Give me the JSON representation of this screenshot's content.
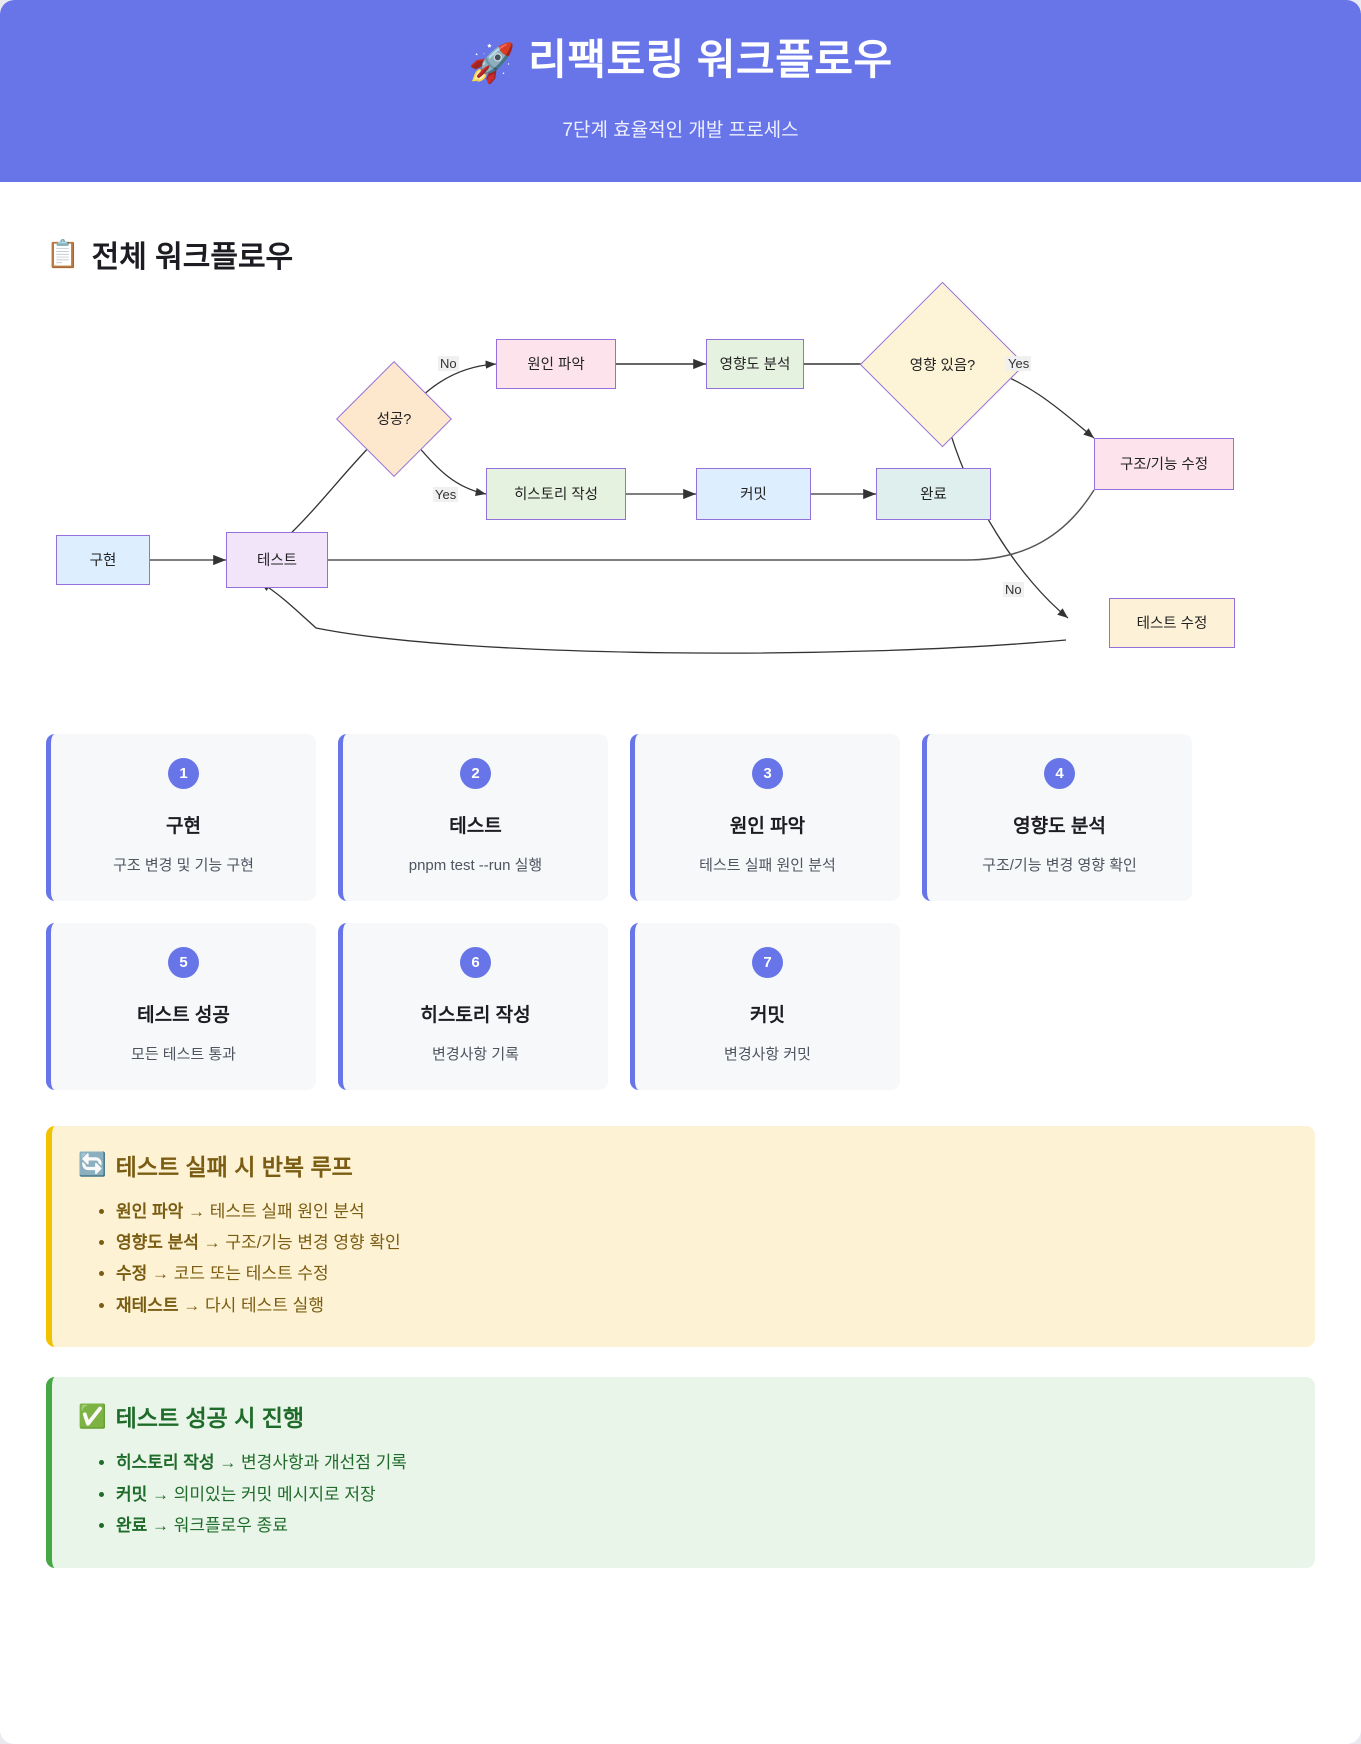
{
  "header": {
    "emoji": "🚀",
    "title": "리팩토링 워크플로우",
    "subtitle": "7단계 효율적인 개발 프로세스"
  },
  "section": {
    "emoji": "📋",
    "title": "전체 워크플로우"
  },
  "flowchart": {
    "nodes": [
      {
        "id": "impl",
        "label": "구현",
        "shape": "rect",
        "fill": "#ddeeff"
      },
      {
        "id": "test",
        "label": "테스트",
        "shape": "rect",
        "fill": "#f3e5f9"
      },
      {
        "id": "success",
        "label": "성공?",
        "shape": "diamond",
        "fill": "#fde8ce"
      },
      {
        "id": "cause",
        "label": "원인 파악",
        "shape": "rect",
        "fill": "#fde4ec"
      },
      {
        "id": "impact",
        "label": "영향도 분석",
        "shape": "rect",
        "fill": "#e6f2e0"
      },
      {
        "id": "hasimp",
        "label": "영향 있음?",
        "shape": "diamond",
        "fill": "#fdf4d8"
      },
      {
        "id": "fixcode",
        "label": "구조/기능 수정",
        "shape": "rect",
        "fill": "#fde4ec"
      },
      {
        "id": "fixtest",
        "label": "테스트 수정",
        "shape": "rect",
        "fill": "#fdf2d8"
      },
      {
        "id": "history",
        "label": "히스토리 작성",
        "shape": "rect",
        "fill": "#e6f2e0"
      },
      {
        "id": "commit",
        "label": "커밋",
        "shape": "rect",
        "fill": "#ddeeff"
      },
      {
        "id": "done",
        "label": "완료",
        "shape": "rect",
        "fill": "#deefee"
      }
    ],
    "edge_labels": {
      "no_success": "No",
      "yes_success": "Yes",
      "yes_impact": "Yes",
      "no_impact": "No"
    }
  },
  "steps": [
    {
      "num": "1",
      "title": "구현",
      "desc": "구조 변경 및 기능 구현"
    },
    {
      "num": "2",
      "title": "테스트",
      "desc": "pnpm test --run 실행"
    },
    {
      "num": "3",
      "title": "원인 파악",
      "desc": "테스트 실패 원인 분석"
    },
    {
      "num": "4",
      "title": "영향도 분석",
      "desc": "구조/기능 변경 영향 확인"
    },
    {
      "num": "5",
      "title": "테스트 성공",
      "desc": "모든 테스트 통과"
    },
    {
      "num": "6",
      "title": "히스토리 작성",
      "desc": "변경사항 기록"
    },
    {
      "num": "7",
      "title": "커밋",
      "desc": "변경사항 커밋"
    }
  ],
  "loop_panel": {
    "emoji": "🔄",
    "title": "테스트 실패 시 반복 루프",
    "items": [
      {
        "term": "원인 파악",
        "arrow": "→",
        "desc": "테스트 실패 원인 분석"
      },
      {
        "term": "영향도 분석",
        "arrow": "→",
        "desc": "구조/기능 변경 영향 확인"
      },
      {
        "term": "수정",
        "arrow": "→",
        "desc": "코드 또는 테스트 수정"
      },
      {
        "term": "재테스트",
        "arrow": "→",
        "desc": "다시 테스트 실행"
      }
    ]
  },
  "success_panel": {
    "emoji": "✅",
    "title": "테스트 성공 시 진행",
    "items": [
      {
        "term": "히스토리 작성",
        "arrow": "→",
        "desc": "변경사항과 개선점 기록"
      },
      {
        "term": "커밋",
        "arrow": "→",
        "desc": "의미있는 커밋 메시지로 저장"
      },
      {
        "term": "완료",
        "arrow": "→",
        "desc": "워크플로우 종료"
      }
    ]
  },
  "colors": {
    "brand": "#6775e8",
    "warn_bg": "#fdf3d4",
    "warn_accent": "#f2c200",
    "ok_bg": "#e9f5e9",
    "ok_accent": "#45a845",
    "node_border": "#9370db"
  }
}
